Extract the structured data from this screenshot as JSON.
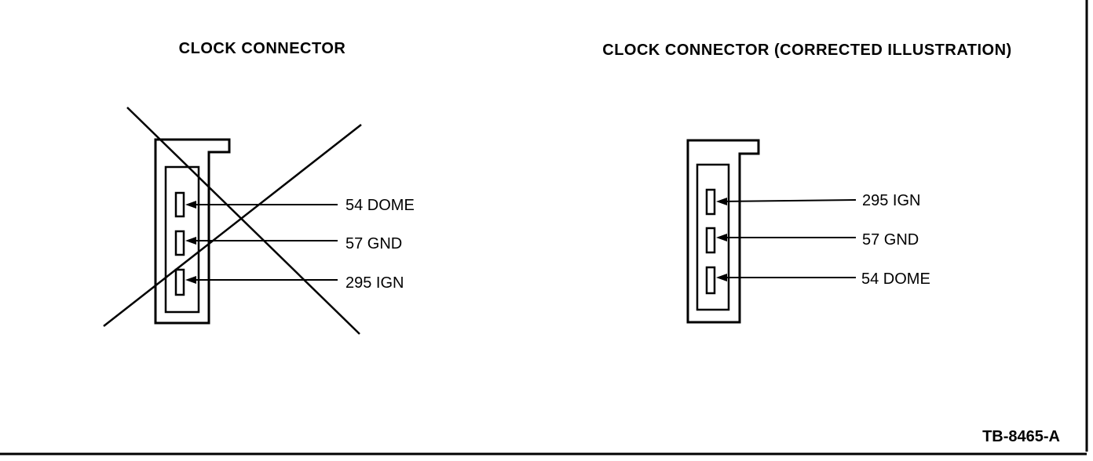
{
  "colors": {
    "ink": "#000000",
    "paper": "#ffffff"
  },
  "left_panel": {
    "title": "CLOCK CONNECTOR",
    "pins": [
      {
        "label": "54 DOME"
      },
      {
        "label": "57 GND"
      },
      {
        "label": "295 IGN"
      }
    ],
    "crossed_out": true
  },
  "right_panel": {
    "title": "CLOCK CONNECTOR (CORRECTED ILLUSTRATION)",
    "pins": [
      {
        "label": "295 IGN"
      },
      {
        "label": "57 GND"
      },
      {
        "label": "54 DOME"
      }
    ],
    "crossed_out": false
  },
  "figure_ref": "TB-8465-A"
}
